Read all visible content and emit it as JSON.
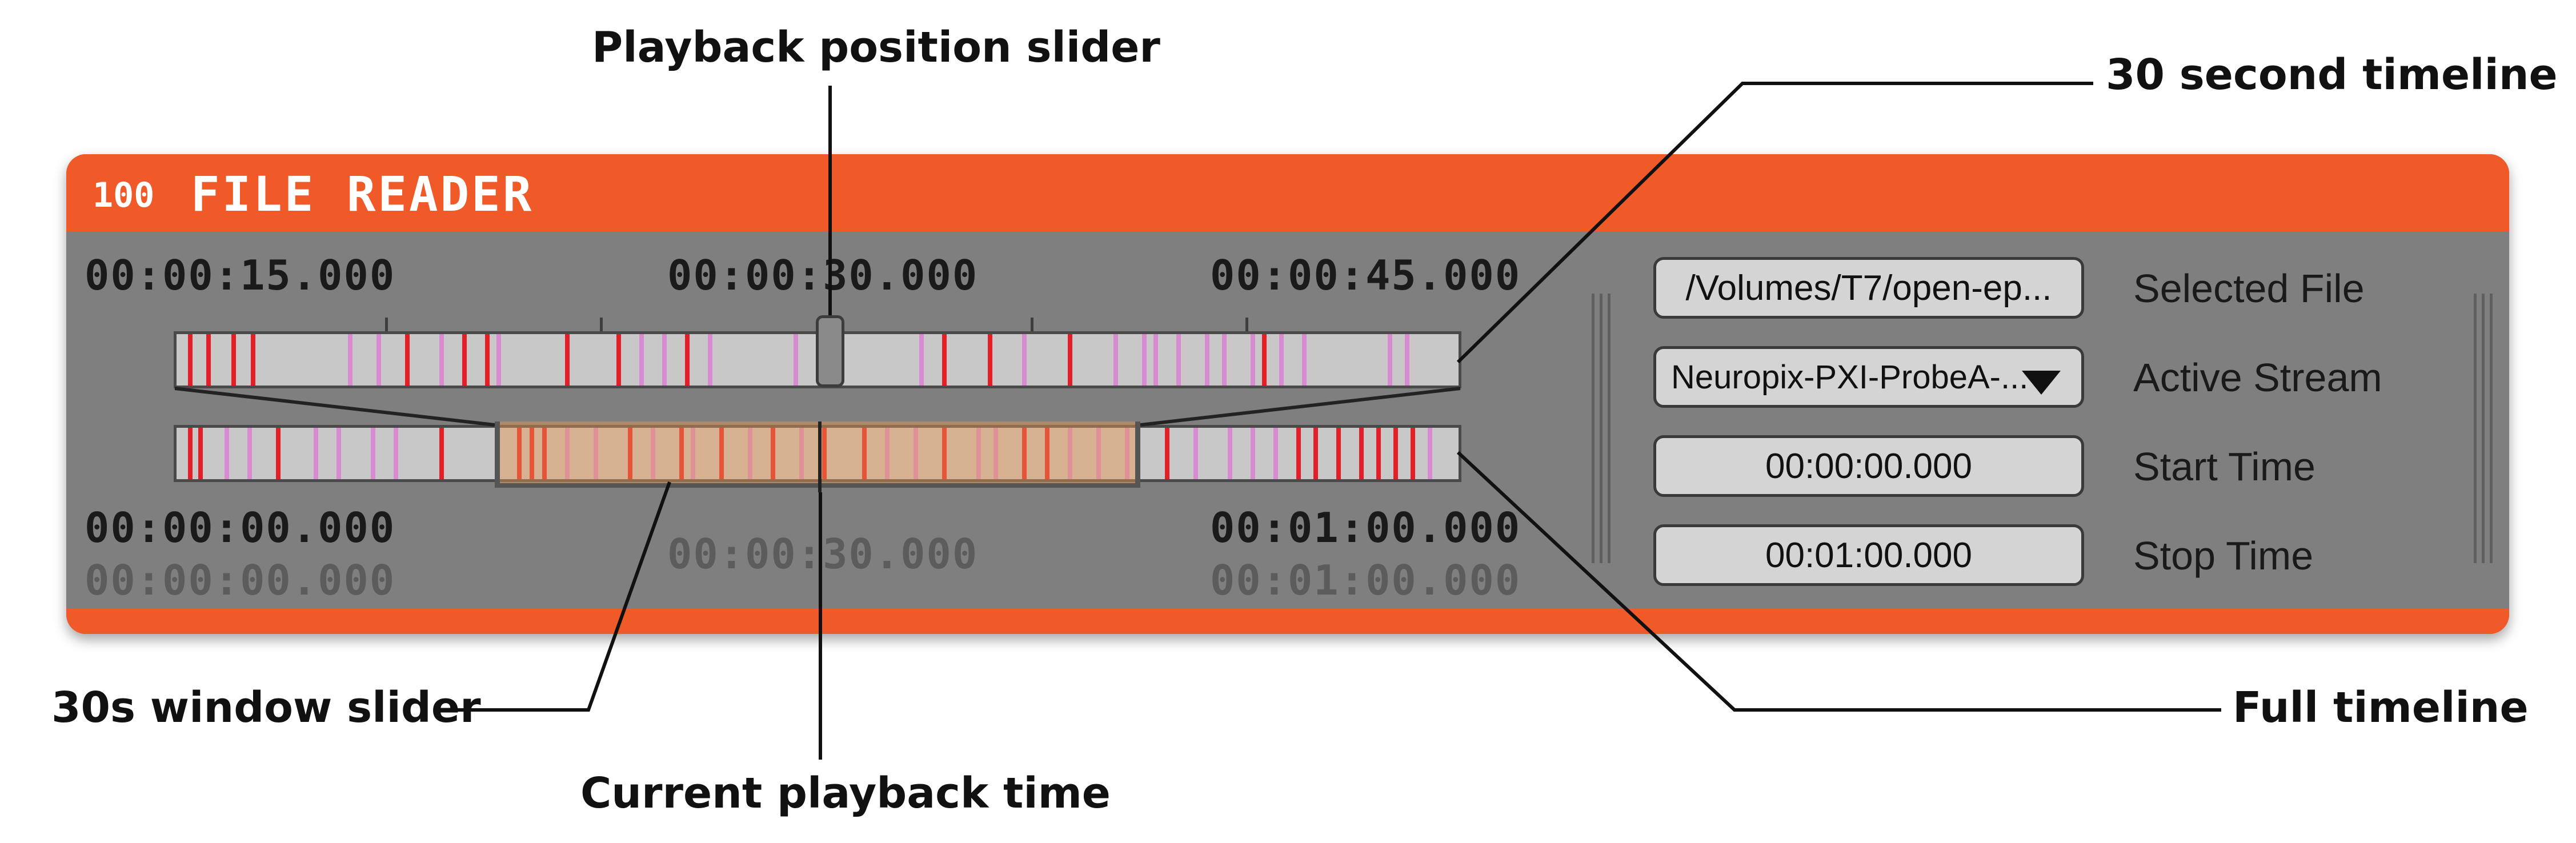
{
  "callouts": {
    "playback_position_slider": "Playback position slider",
    "thirty_second_timeline": "30 second timeline",
    "window_slider": "30s window slider",
    "current_playback_time": "Current playback time",
    "full_timeline": "Full timeline"
  },
  "node": {
    "id": "100",
    "name": "FILE READER"
  },
  "top_timeline": {
    "labels": [
      "00:00:15.000",
      "00:00:30.000",
      "00:00:45.000"
    ],
    "playback_position_fraction": 0.51
  },
  "bottom_timeline": {
    "start_time": "00:00:00.000",
    "start_time_secondary": "00:00:00.000",
    "current_time": "00:00:30.000",
    "end_time": "00:01:00.000",
    "end_time_secondary": "00:01:00.000",
    "window_start_fraction": 0.25,
    "window_end_fraction": 0.75
  },
  "controls": {
    "selected_file": {
      "value": "/Volumes/T7/open-ep...",
      "label": "Selected File"
    },
    "active_stream": {
      "value": "Neuropix-PXI-ProbeA-...",
      "label": "Active Stream"
    },
    "start_time": {
      "value": "00:00:00.000",
      "label": "Start Time"
    },
    "stop_time": {
      "value": "00:01:00.000",
      "label": "Stop Time"
    }
  },
  "colors": {
    "header": "#f05a28",
    "panel": "#7f7f7f",
    "event_red": "#e41e26",
    "event_pink": "#d98ad1",
    "window_fill": "#e89650"
  },
  "icons": {
    "dropdown": "triangle-down-icon"
  }
}
